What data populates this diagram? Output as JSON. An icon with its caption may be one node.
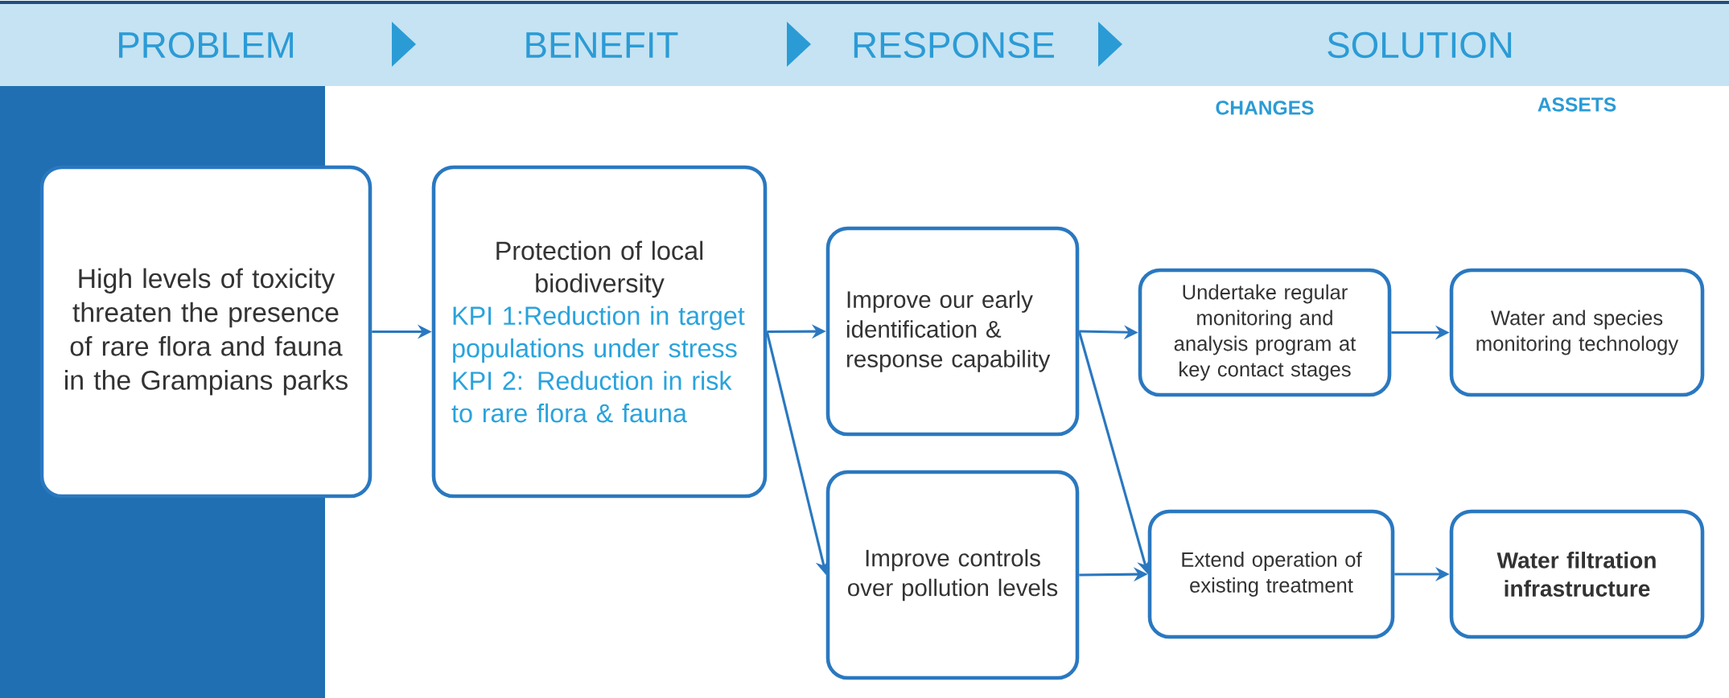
{
  "diagram": {
    "nodes": [
      {
        "text": [
          "High levels of toxicity threaten the presence of rare flora and fauna in the Grampians parks"
        ]
      },
      {
        "text": [
          "Protection of local biodiversity",
          "KPI 1:Reduction in target populations under stress",
          "KPI 2: Reduction in risk to rare flora & fauna"
        ]
      },
      {
        "text": [
          "Improve our early identification & response capability"
        ]
      },
      {
        "text": [
          "Improve controls over pollution levels"
        ]
      },
      {
        "text": [
          "Undertake regular monitoring and analysis program at key contact stages"
        ]
      },
      {
        "text": [
          "Extend operation of existing treatment"
        ]
      },
      {
        "text": [
          "Water and species monitoring technology"
        ]
      },
      {
        "text": [
          "Water filtration infrastructure"
        ]
      }
    ],
    "edges": [
      {
        "from": 0,
        "to": 1,
        "arrow": "to"
      },
      {
        "from": 1,
        "to": 2,
        "arrow": "to"
      },
      {
        "from": 1,
        "to": 3,
        "arrow": "to"
      },
      {
        "from": 2,
        "to": 4,
        "arrow": "to"
      },
      {
        "from": 2,
        "to": 5,
        "arrow": "to"
      },
      {
        "from": 3,
        "to": 5,
        "arrow": "to"
      },
      {
        "from": 4,
        "to": 6,
        "arrow": "to"
      },
      {
        "from": 5,
        "to": 7,
        "arrow": "to"
      }
    ],
    "labels": [
      "PROBLEM",
      "BENEFIT",
      "RESPONSE",
      "SOLUTION",
      "CHANGES",
      "ASSETS"
    ]
  }
}
